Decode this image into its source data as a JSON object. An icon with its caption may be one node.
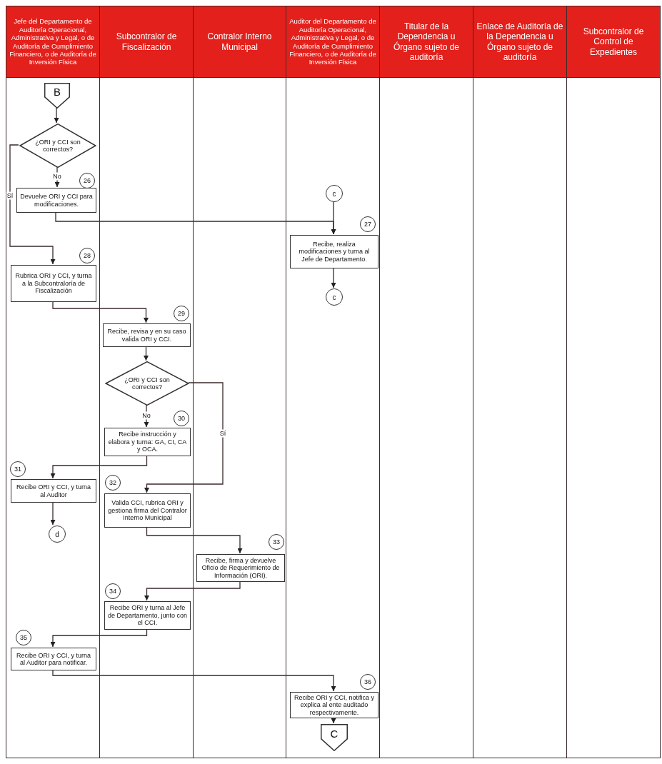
{
  "diagram": {
    "nodes": [
      {
        "text": [
          "Jefe del Departamento de Auditoría Operacional, Administrativa y Legal, o de Auditoría de Cumplimiento Financiero, o de Auditoría de Inversión Física"
        ]
      },
      {
        "text": [
          "Subcontralor de Fiscalización"
        ]
      },
      {
        "text": [
          "Contralor Interno Municipal"
        ]
      },
      {
        "text": [
          "Auditor del Departamento de Auditoría Operacional, Administrativa y Legal, o de Auditoría de Cumplimiento Financiero, o de Auditoría de Inversión Física"
        ]
      },
      {
        "text": [
          "Titular de la Dependencia u Órgano sujeto de auditoría"
        ]
      },
      {
        "text": [
          "Enlace de Auditoría de la Dependencia u Órgano sujeto de auditoría"
        ]
      },
      {
        "text": [
          "Subcontralor de Control de Expedientes"
        ]
      },
      {
        "text": [
          "B"
        ],
        "in": 0
      },
      {
        "text": [
          "¿ORI y CCI son correctos?"
        ],
        "in": 0
      },
      {
        "text": [
          "Devuelve ORI y CCI para modificaciones."
        ],
        "in": 0
      },
      {
        "text": [
          "c"
        ],
        "in": 3
      },
      {
        "text": [
          "Recibe, realiza modificaciones y turna al Jefe de Departamento."
        ],
        "in": 3
      },
      {
        "text": [
          "c"
        ],
        "in": 3
      },
      {
        "text": [
          "Rubrica ORI y CCI, y turna a la Subcontraloría de Fiscalización"
        ],
        "in": 0
      },
      {
        "text": [
          "Recibe, revisa y en su caso valida ORI y CCI."
        ],
        "in": 1
      },
      {
        "text": [
          "¿ORI y CCI son correctos?"
        ],
        "in": 1
      },
      {
        "text": [
          "Recibe instrucción y elabora y turna: GA, CI, CA y OCA."
        ],
        "in": 1
      },
      {
        "text": [
          "Recibe ORI y CCI, y turna al Auditor"
        ],
        "in": 0
      },
      {
        "text": [
          "d"
        ],
        "in": 0
      },
      {
        "text": [
          "Valida CCI, rubrica ORI y gestiona firma del Contralor Interno Municipal"
        ],
        "in": 1
      },
      {
        "text": [
          "Recibe, firma y devuelve Oficio de Requerimiento de Información (ORI)."
        ],
        "in": 2
      },
      {
        "text": [
          "Recibe ORI y turna al Jefe de Departamento, junto con el CCI."
        ],
        "in": 1
      },
      {
        "text": [
          "Recibe ORI y CCI, y turna al Auditor para notificar."
        ],
        "in": 0
      },
      {
        "text": [
          "Recibe ORI y CCI, notifica y explica al ente auditado respectivamente."
        ],
        "in": 3
      },
      {
        "text": [
          "C"
        ],
        "in": 3
      },
      {
        "text": [
          "26"
        ],
        "in": 0
      },
      {
        "text": [
          "27"
        ],
        "in": 3
      },
      {
        "text": [
          "28"
        ],
        "in": 0
      },
      {
        "text": [
          "29"
        ],
        "in": 1
      },
      {
        "text": [
          "30"
        ],
        "in": 1
      },
      {
        "text": [
          "31"
        ],
        "in": 0
      },
      {
        "text": [
          "32"
        ],
        "in": 1
      },
      {
        "text": [
          "33"
        ],
        "in": 2
      },
      {
        "text": [
          "34"
        ],
        "in": 1
      },
      {
        "text": [
          "35"
        ],
        "in": 0
      },
      {
        "text": [
          "36"
        ],
        "in": 3
      }
    ],
    "edges": [
      {
        "from": 7,
        "to": 8,
        "arrow": "to"
      },
      {
        "from": 8,
        "to": 9,
        "label": "No",
        "arrow": "to"
      },
      {
        "from": 8,
        "to": 13,
        "label": "Sí",
        "arrow": "to"
      },
      {
        "from": 9,
        "to": 11,
        "arrow": "to"
      },
      {
        "from": 10,
        "to": 11,
        "arrow": "to"
      },
      {
        "from": 11,
        "to": 12,
        "arrow": "to"
      },
      {
        "from": 13,
        "to": 14,
        "arrow": "to"
      },
      {
        "from": 14,
        "to": 15,
        "arrow": "to"
      },
      {
        "from": 15,
        "to": 16,
        "label": "No",
        "arrow": "to"
      },
      {
        "from": 15,
        "to": 19,
        "label": "Sí",
        "arrow": "to"
      },
      {
        "from": 16,
        "to": 17,
        "arrow": "to"
      },
      {
        "from": 17,
        "to": 18,
        "arrow": "to"
      },
      {
        "from": 19,
        "to": 20,
        "arrow": "to"
      },
      {
        "from": 20,
        "to": 21,
        "arrow": "to"
      },
      {
        "from": 21,
        "to": 22,
        "arrow": "to"
      },
      {
        "from": 22,
        "to": 23,
        "arrow": "to"
      },
      {
        "from": 23,
        "to": 24,
        "arrow": "to"
      }
    ]
  }
}
